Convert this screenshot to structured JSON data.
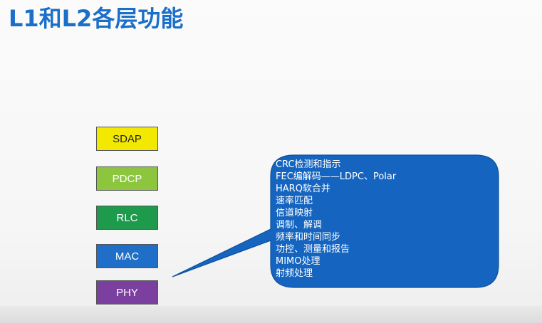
{
  "title": "L1和L2各层功能",
  "layers": [
    {
      "label": "SDAP",
      "color": "#f2e800"
    },
    {
      "label": "PDCP",
      "color": "#8cc63f"
    },
    {
      "label": "RLC",
      "color": "#1d9a4c"
    },
    {
      "label": "MAC",
      "color": "#1f6fc8"
    },
    {
      "label": "PHY",
      "color": "#7b3fa0"
    }
  ],
  "callout": {
    "color": "#1565c0",
    "points_to": "PHY",
    "items": [
      "CRC检测和指示",
      "FEC编解码——LDPC、Polar",
      "HARQ软合并",
      "速率匹配",
      "信道映射",
      "调制、解调",
      "频率和时间同步",
      "功控、测量和报告",
      "MIMO处理",
      "射频处理"
    ]
  }
}
